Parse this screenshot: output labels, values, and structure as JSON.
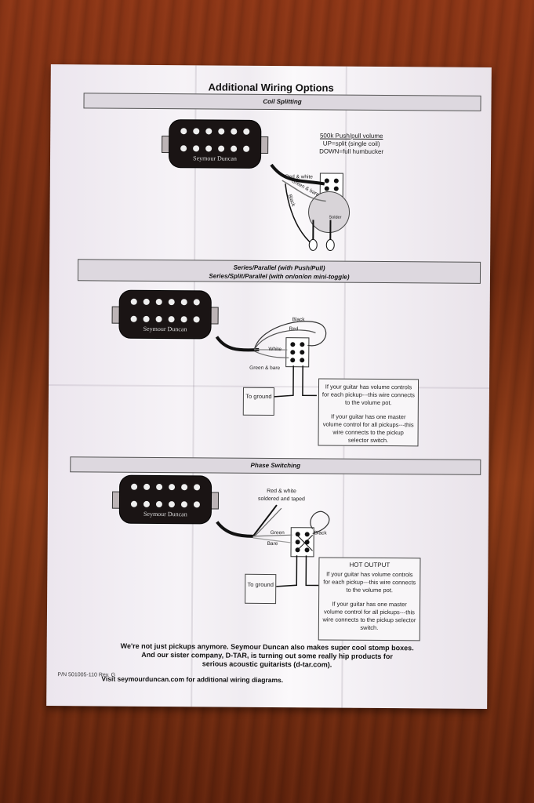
{
  "title": "Additional Wiring Options",
  "sections": {
    "coil": {
      "heading": "Coil Splitting",
      "note_lines": [
        "500k Push/pull volume",
        "UP=split (single coil)",
        "DOWN=full humbucker"
      ],
      "wires": {
        "red_white": "Red & white",
        "green_bare": "Green & bare",
        "black": "Black",
        "solder": "Solder"
      }
    },
    "series": {
      "heading_lines": [
        "Series/Parallel (with Push/Pull)",
        "Series/Split/Parallel (with on/on/on mini-toggle)"
      ],
      "wires": {
        "black": "Black",
        "red": "Red",
        "white": "White",
        "green_bare": "Green & bare"
      },
      "ground": "To ground",
      "info_1": "If your guitar has volume controls for each pickup---this wire connects to the volume pot.",
      "info_2": "If your guitar has one master volume control for all pickups---this wire connects to the pickup selector switch."
    },
    "phase": {
      "heading": "Phase Switching",
      "wires": {
        "red_white_lines": [
          "Red & white",
          "soldered and taped"
        ],
        "green": "Green",
        "bare": "Bare",
        "black": "Black"
      },
      "ground": "To ground",
      "hot_output": "HOT OUTPUT",
      "info_1": "If your guitar has volume controls for each pickup---this wire connects to the volume pot.",
      "info_2": "If your guitar has one master volume control for all pickups---this wire connects to the pickup selector switch."
    }
  },
  "pickup_brand": "Seymour Duncan",
  "footer_lines": [
    "We're not just pickups anymore. Seymour Duncan also makes super cool stomp boxes.",
    "And our sister company, D-TAR, is turning out some really hip products for",
    "serious acoustic guitarists (d-tar.com)."
  ],
  "footer_visit": "Visit seymourduncan.com for additional wiring diagrams.",
  "part_number": "P/N 501005-110 Rev. G",
  "colors": {
    "table": "#7a2c12",
    "paper": "#f4f0f5",
    "band": "#ddd8df",
    "pickup": "#1a1414"
  }
}
